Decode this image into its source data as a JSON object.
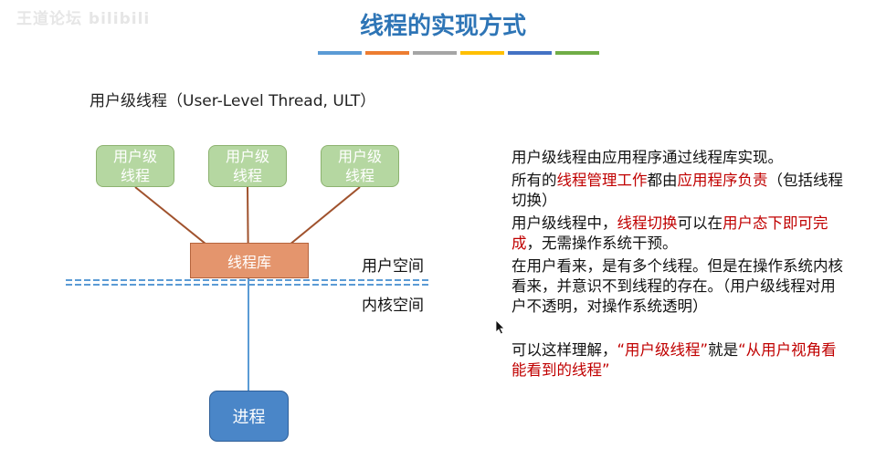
{
  "header": {
    "watermark": "王道论坛 bilibili",
    "title": "线程的实现方式",
    "title_bar_colors": [
      "#5b9bd5",
      "#ed7d31",
      "#a5a5a5",
      "#ffc000",
      "#4472c4",
      "#70ad47"
    ]
  },
  "subtitle": "用户级线程（User-Level Thread, ULT）",
  "diagram": {
    "threads": [
      "用户级\n线程",
      "用户级\n线程",
      "用户级\n线程"
    ],
    "library": "线程库",
    "process": "进程",
    "user_space": "用户空间",
    "kernel_space": "内核空间",
    "colors": {
      "thread_line": "#a0522d",
      "process_line": "#5b9bd5",
      "divider": "#5b9bd5"
    }
  },
  "description": {
    "p1": "用户级线程由应用程序通过线程库实现。",
    "p2_a": "所有的",
    "p2_b": "线程管理工作",
    "p2_c": "都由",
    "p2_d": "应用程序负责",
    "p2_e": "（包括线程切换）",
    "p3_a": "用户级线程中，",
    "p3_b": "线程切换",
    "p3_c": "可以在",
    "p3_d": "用户态下即可完成",
    "p3_e": "，无需操作系统干预。",
    "p4": "在用户看来，是有多个线程。但是在操作系统内核看来，并意识不到线程的存在。（用户级线程对用户不透明，对操作系统透明）",
    "p5_a": "可以这样理解，",
    "p5_b": "“用户级线程”",
    "p5_c": "就是",
    "p5_d": "“从用户视角看能看到的线程”"
  }
}
